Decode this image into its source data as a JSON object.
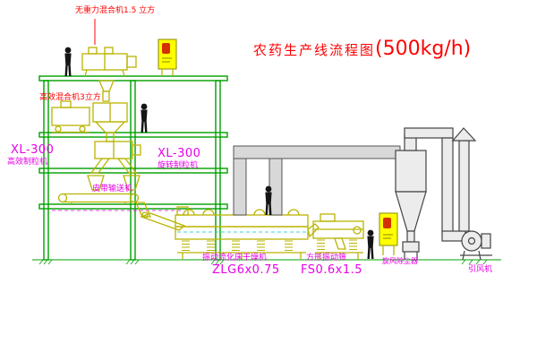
{
  "title": {
    "text": "农药生产线流程图",
    "capacity": "(500kg/h)"
  },
  "labels": {
    "top_mixer": "无重力混合机1.5 立方",
    "floor2_mixer": "高效混合机3立方",
    "left_unit_model": "XL-300",
    "left_unit_name": "高效制粒机",
    "mid_unit_model": "XL-300",
    "mid_unit_name": "旋转制粒机",
    "belt_conveyor": "皮带输送机",
    "dryer_name": "振动流化床干燥机",
    "dryer_model": "ZLG6x0.75",
    "sieve_name": "方形振动筛",
    "sieve_model": "FS0.6x1.5",
    "cyclone": "旋风除尘器",
    "fan": "引风机"
  },
  "colors": {
    "structure": "#00a000",
    "equipment": "#b9b400",
    "cabinet": "#ffff00",
    "cabinet_icon": "#d43000",
    "duct_fill": "#d8d8d8",
    "duct_stroke": "#555555",
    "label_magenta": "#e800e8",
    "label_red": "#ff0000",
    "figure": "#151515",
    "background": "#ffffff"
  }
}
